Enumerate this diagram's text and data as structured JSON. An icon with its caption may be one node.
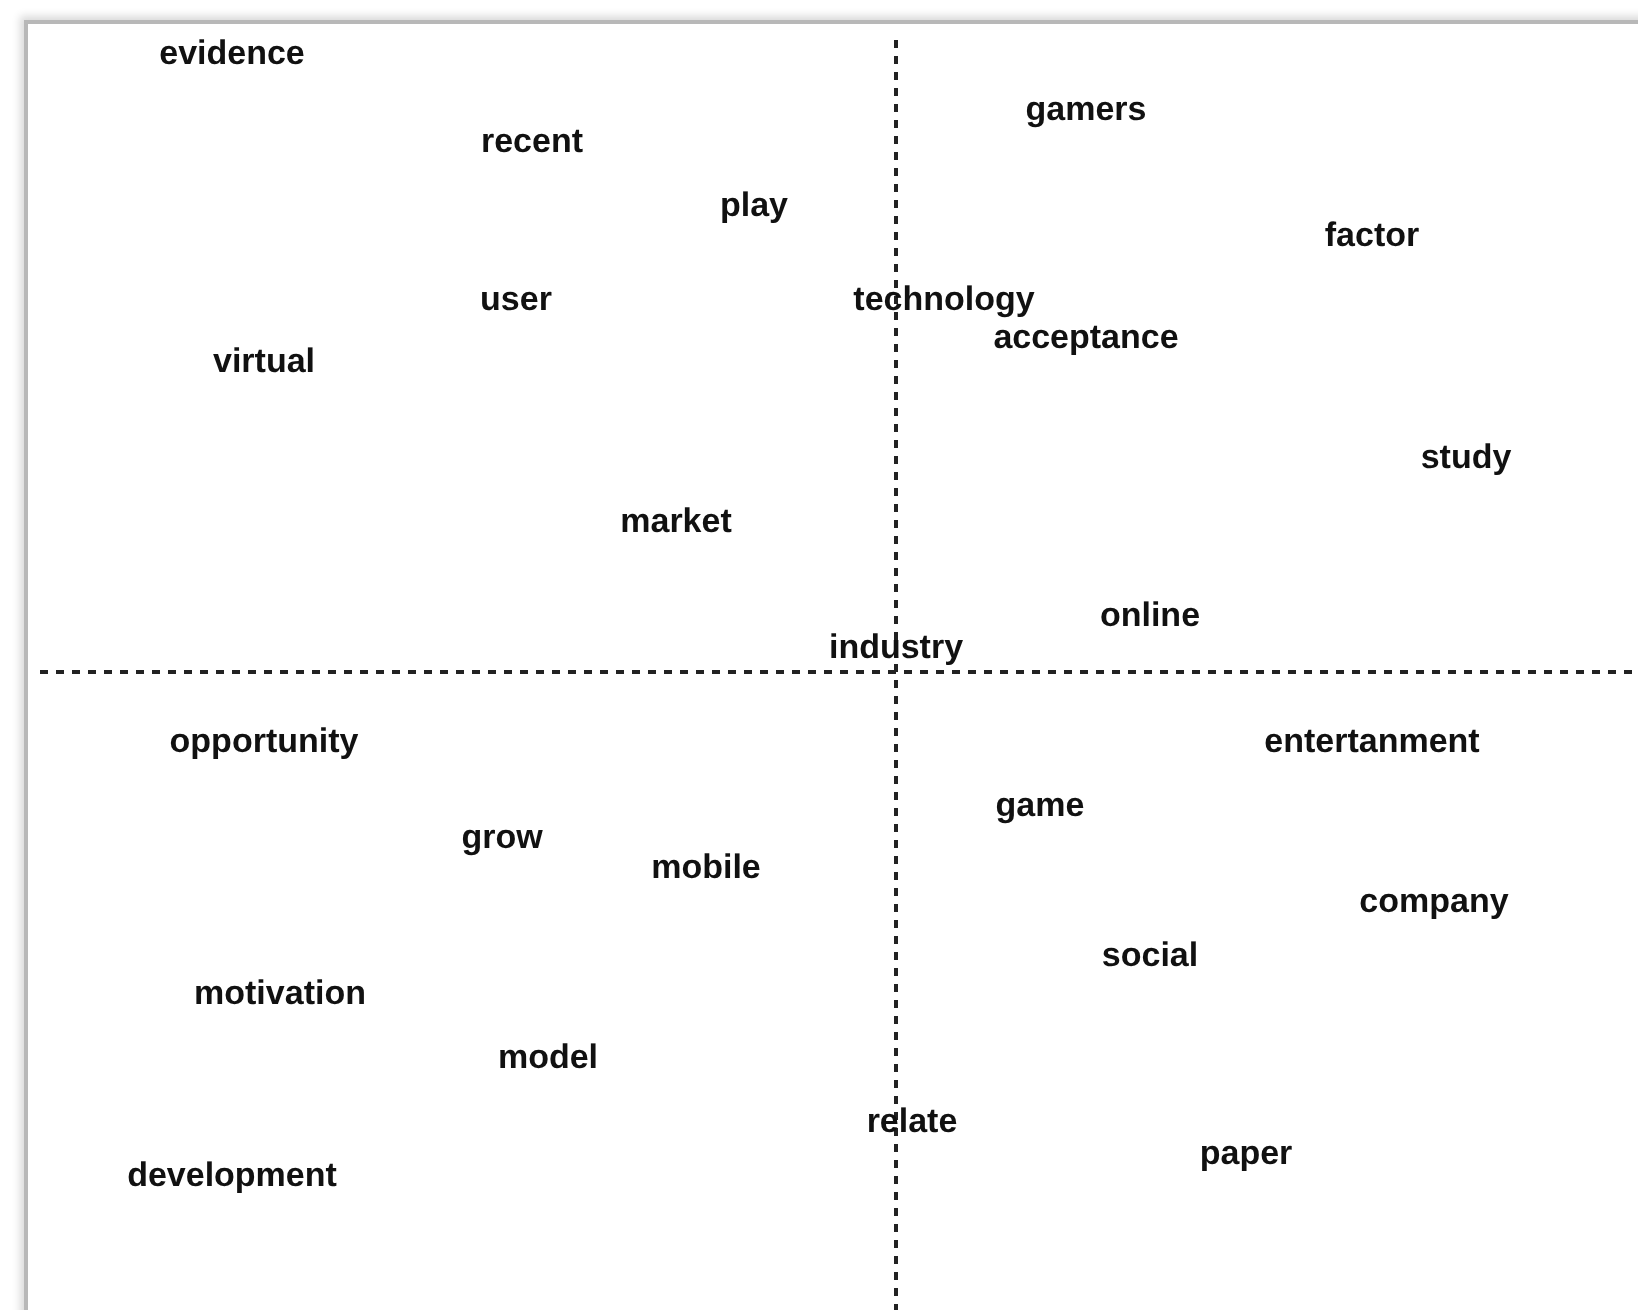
{
  "diagram": {
    "labels": [
      "evidence",
      "gamers",
      "recent",
      "play",
      "factor",
      "user",
      "technology",
      "acceptance",
      "virtual",
      "study",
      "market",
      "online",
      "industry",
      "opportunity",
      "entertanment",
      "game",
      "grow",
      "mobile",
      "company",
      "social",
      "motivation",
      "model",
      "relate",
      "paper",
      "development"
    ]
  }
}
